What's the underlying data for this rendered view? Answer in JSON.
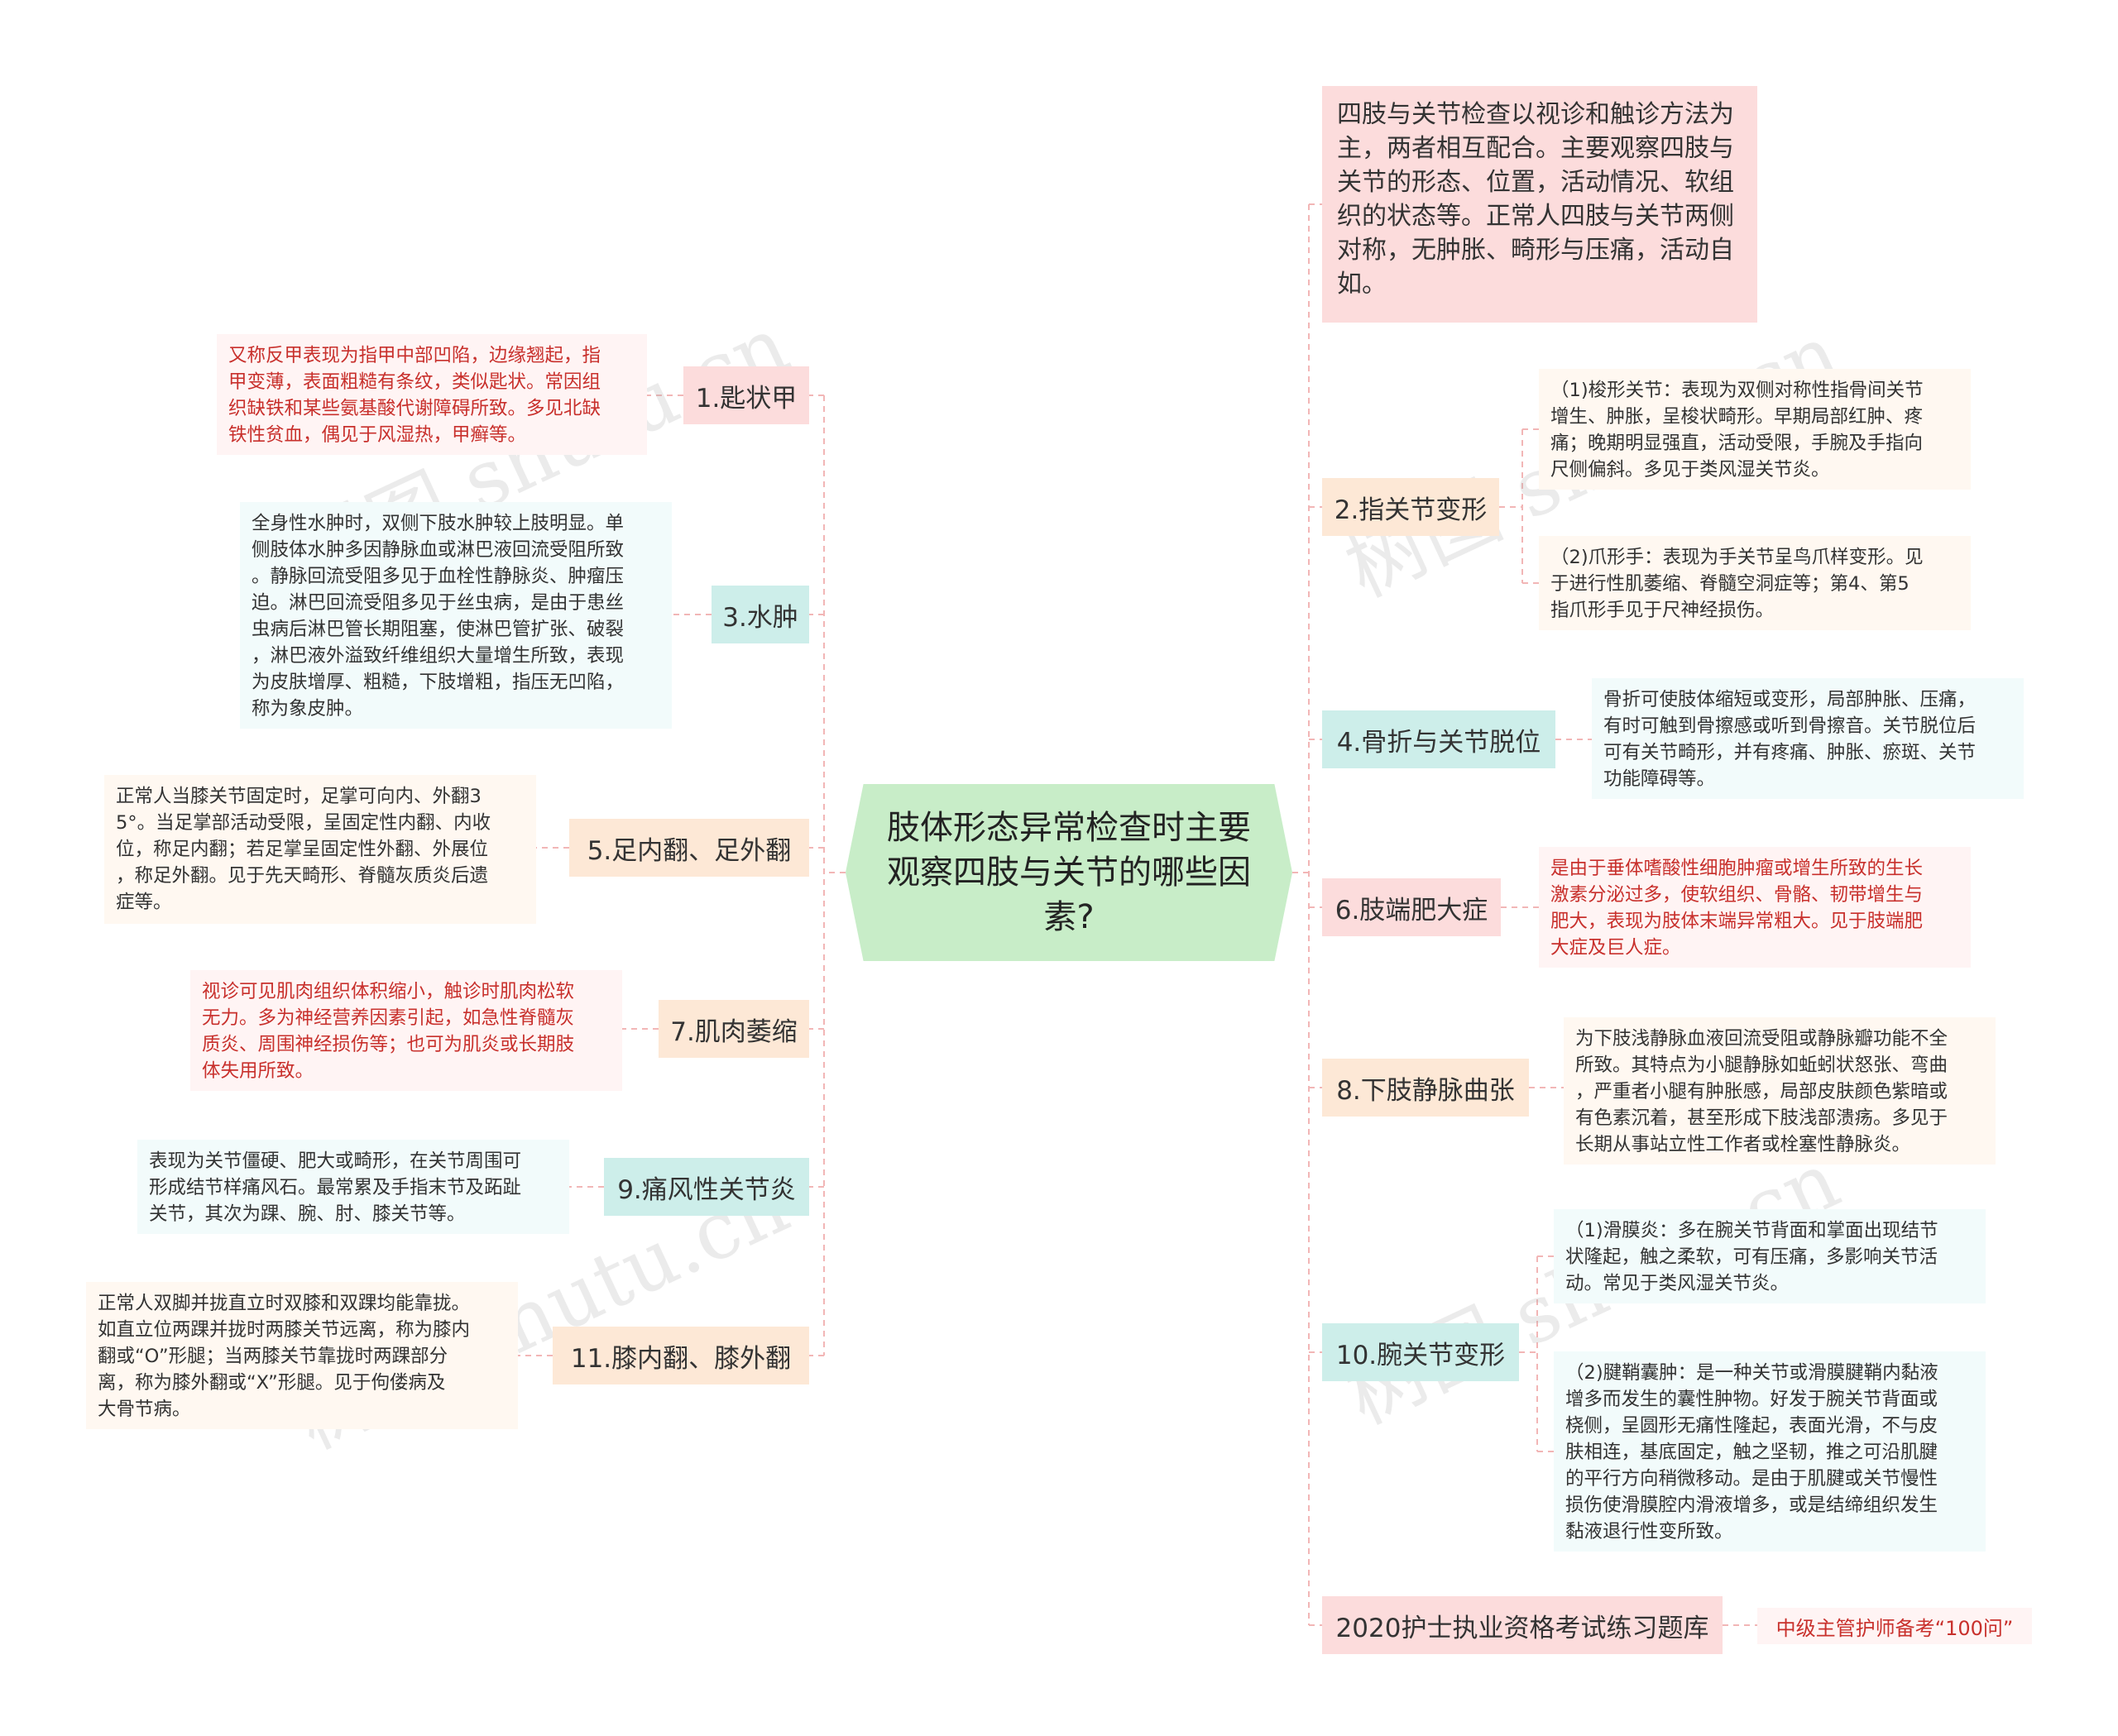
{
  "center": "肢体形态异常检查时主要观察四肢与关节的哪些因素?",
  "intro": "四肢与关节检查以视诊和触诊方法为主，两者相互配合。主要观察四肢与关节的形态、位置，活动情况、软组织的状态等。正常人四肢与关节两侧对称，无肿胀、畸形与压痛，活动自如。",
  "left": [
    {
      "label": "1.匙状甲",
      "detail": "又称反甲表现为指甲中部凹陷，边缘翘起，指\n甲变薄，表面粗糙有条纹，类似匙状。常因组\n织缺铁和某些氨基酸代谢障碍所致。多见北缺\n铁性贫血，偶见于风湿热，甲癣等。"
    },
    {
      "label": "3.水肿",
      "detail": "全身性水肿时，双侧下肢水肿较上肢明显。单\n侧肢体水肿多因静脉血或淋巴液回流受阻所致\n。静脉回流受阻多见于血栓性静脉炎、肿瘤压\n迫。淋巴回流受阻多见于丝虫病，是由于患丝\n虫病后淋巴管长期阻塞，使淋巴管扩张、破裂\n，淋巴液外溢致纤维组织大量增生所致，表现\n为皮肤增厚、粗糙，下肢增粗，指压无凹陷，\n称为象皮肿。"
    },
    {
      "label": "5.足内翻、足外翻",
      "detail": "正常人当膝关节固定时，足掌可向内、外翻3\n5°。当足掌部活动受限，呈固定性内翻、内收\n位，称足内翻；若足掌呈固定性外翻、外展位\n，称足外翻。见于先天畸形、脊髓灰质炎后遗\n症等。"
    },
    {
      "label": "7.肌肉萎缩",
      "detail": "视诊可见肌肉组织体积缩小，触诊时肌肉松软\n无力。多为神经营养因素引起，如急性脊髓灰\n质炎、周围神经损伤等；也可为肌炎或长期肢\n体失用所致。"
    },
    {
      "label": "9.痛风性关节炎",
      "detail": "表现为关节僵硬、肥大或畸形，在关节周围可\n形成结节样痛风石。最常累及手指末节及跖趾\n关节，其次为踝、腕、肘、膝关节等。"
    },
    {
      "label": "11.膝内翻、膝外翻",
      "detail": "正常人双脚并拢直立时双膝和双踝均能靠拢。\n如直立位两踝并拢时两膝关节远离，称为膝内\n翻或“O”形腿；当两膝关节靠拢时两踝部分\n离，称为膝外翻或“X”形腿。见于佝偻病及\n大骨节病。"
    }
  ],
  "right": [
    {
      "label": "2.指关节变形",
      "details": [
        "（1)梭形关节：表现为双侧对称性指骨间关节\n增生、肿胀，呈梭状畸形。早期局部红肿、疼\n痛；晚期明显强直，活动受限，手腕及手指向\n尺侧偏斜。多见于类风湿关节炎。",
        "（2)爪形手：表现为手关节呈鸟爪样变形。见\n于进行性肌萎缩、脊髓空洞症等；第4、第5\n指爪形手见于尺神经损伤。"
      ]
    },
    {
      "label": "4.骨折与关节脱位",
      "details": [
        "骨折可使肢体缩短或变形，局部肿胀、压痛，\n有时可触到骨擦感或听到骨擦音。关节脱位后\n可有关节畸形，并有疼痛、肿胀、瘀斑、关节\n功能障碍等。"
      ]
    },
    {
      "label": "6.肢端肥大症",
      "details": [
        "是由于垂体嗜酸性细胞肿瘤或增生所致的生长\n激素分泌过多，使软组织、骨骼、韧带增生与\n肥大，表现为肢体末端异常粗大。见于肢端肥\n大症及巨人症。"
      ]
    },
    {
      "label": "8.下肢静脉曲张",
      "details": [
        "为下肢浅静脉血液回流受阻或静脉瓣功能不全\n所致。其特点为小腿静脉如蚯蚓状怒张、弯曲\n，严重者小腿有肿胀感，局部皮肤颜色紫暗或\n有色素沉着，甚至形成下肢浅部溃疡。多见于\n长期从事站立性工作者或栓塞性静脉炎。"
      ]
    },
    {
      "label": "10.腕关节变形",
      "details": [
        "（1)滑膜炎：多在腕关节背面和掌面出现结节\n状隆起，触之柔软，可有压痛，多影响关节活\n动。常见于类风湿关节炎。",
        "（2)腱鞘囊肿：是一种关节或滑膜腱鞘内黏液\n增多而发生的囊性肿物。好发于腕关节背面或\n桡侧，呈圆形无痛性隆起，表面光滑，不与皮\n肤相连，基底固定，触之坚韧，推之可沿肌腱\n的平行方向稍微移动。是由于肌腱或关节慢性\n损伤使滑膜腔内滑液增多，或是结缔组织发生\n黏液退行性变所致。"
      ]
    },
    {
      "label": "2020护士执业资格考试练习题库",
      "details": [
        "中级主管护师备考“100问”"
      ]
    }
  ],
  "watermark": "树图 shutu.cn",
  "colors": {
    "center": "#c8edc8",
    "pink": "#fcdcdc",
    "cyan": "#cdeeea",
    "peach": "#fde8d6",
    "red_text": "#c8302c",
    "link": "#f2b6b6"
  }
}
